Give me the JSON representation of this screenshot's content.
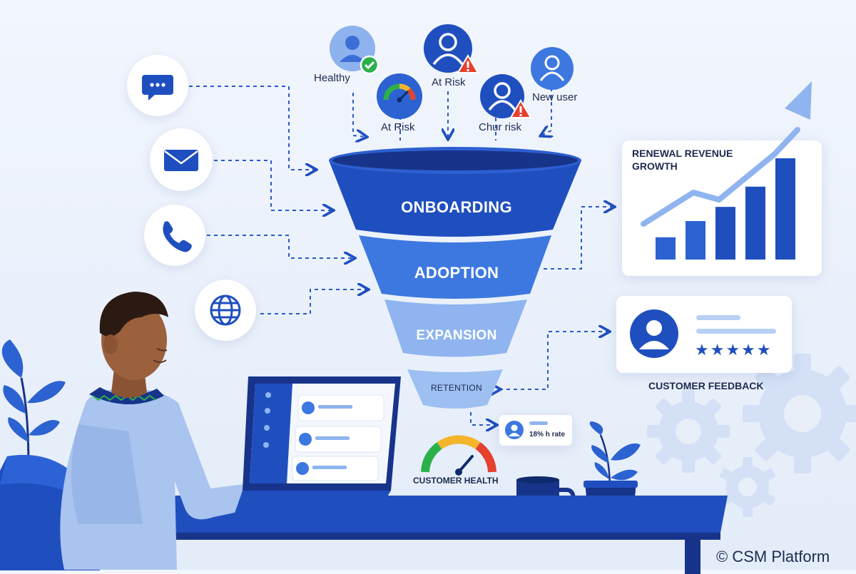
{
  "channels": {
    "chat": "chat-icon",
    "email": "email-icon",
    "phone": "phone-icon",
    "web": "globe-icon"
  },
  "customers": {
    "healthy": "Healthy",
    "gauge_at_risk": "At Risk",
    "at_risk": "At Risk",
    "churn_risk": "Chur risk",
    "new_user": "New user"
  },
  "funnel": {
    "onboarding": "ONBOARDING",
    "adoption": "ADOPTION",
    "expansion": "EXPANSION",
    "retention": "RETENTION"
  },
  "revenue_card": {
    "title_line1": "RENEWAL REVENUE",
    "title_line2": "GROWTH",
    "bars": [
      0.22,
      0.38,
      0.52,
      0.72,
      1.0
    ]
  },
  "feedback": {
    "label": "CUSTOMER FEEDBACK",
    "stars": "★★★★★",
    "rating": 5
  },
  "health": {
    "label": "CUSTOMER HEALTH"
  },
  "churn_chip": {
    "text": "18% h rate"
  },
  "watermark": "© CSM Platform",
  "colors": {
    "primary": "#1f4fbf",
    "mid": "#3d78e0",
    "light": "#8fb4ef",
    "navy": "#17348a",
    "dark": "#0f2a6e"
  }
}
